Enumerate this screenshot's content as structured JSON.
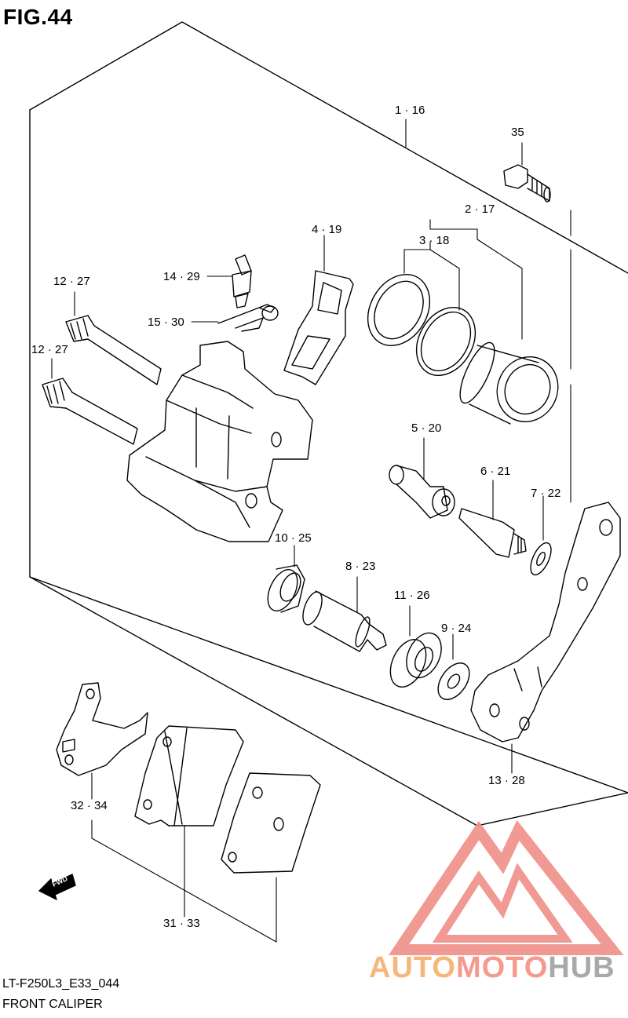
{
  "figure_title": "FIG.44",
  "diagram_code": "LT-F250L3_E33_044",
  "caption": "FRONT CALIPER",
  "fwd_arrow_label": "FWD",
  "watermark": {
    "part1": "AUTO",
    "part2": "MOTO",
    "part3": "HUB"
  },
  "callouts": [
    {
      "id": "1-16",
      "text": "1 · 16"
    },
    {
      "id": "35",
      "text": "35"
    },
    {
      "id": "2-17",
      "text": "2 · 17"
    },
    {
      "id": "3-18",
      "text": "3 · 18"
    },
    {
      "id": "4-19",
      "text": "4 · 19"
    },
    {
      "id": "14-29",
      "text": "14 · 29"
    },
    {
      "id": "15-30",
      "text": "15 · 30"
    },
    {
      "id": "12-27a",
      "text": "12 · 27"
    },
    {
      "id": "12-27b",
      "text": "12 · 27"
    },
    {
      "id": "5-20",
      "text": "5 · 20"
    },
    {
      "id": "6-21",
      "text": "6 · 21"
    },
    {
      "id": "7-22",
      "text": "7 · 22"
    },
    {
      "id": "10-25",
      "text": "10 · 25"
    },
    {
      "id": "8-23",
      "text": "8 · 23"
    },
    {
      "id": "11-26",
      "text": "11 · 26"
    },
    {
      "id": "9-24",
      "text": "9 · 24"
    },
    {
      "id": "13-28",
      "text": "13 · 28"
    },
    {
      "id": "32-34",
      "text": "32 · 34"
    },
    {
      "id": "31-33",
      "text": "31 · 33"
    }
  ]
}
